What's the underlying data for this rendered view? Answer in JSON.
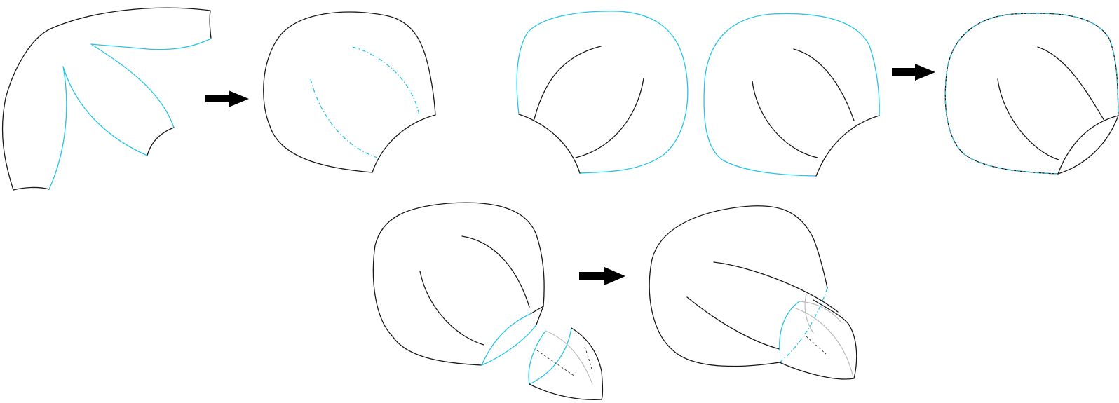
{
  "colors": {
    "outline": "#1a1a1a",
    "seam": "#29c5e6",
    "hidden": "#bdbdbd",
    "arrow": "#000000"
  },
  "steps": [
    {
      "id": "step-1",
      "description": ""
    },
    {
      "id": "step-2",
      "description": ""
    },
    {
      "id": "step-3",
      "description": ""
    }
  ]
}
